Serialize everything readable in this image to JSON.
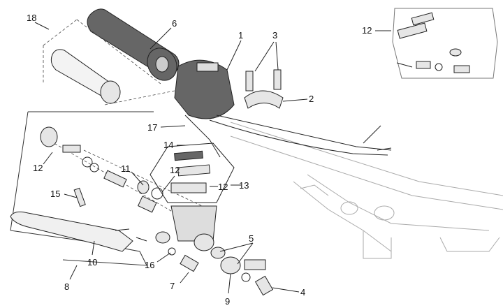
{
  "diagram": {
    "callouts": {
      "c18": "18",
      "c6": "6",
      "c1": "1",
      "c3": "3",
      "c12_inset": "12",
      "c2": "2",
      "c17": "17",
      "c14": "14",
      "c12_left": "12",
      "c11": "11",
      "c12_mid": "12",
      "c12_res": "12",
      "c13": "13",
      "c15": "15",
      "c10": "10",
      "c8": "8",
      "c16": "16",
      "c7": "7",
      "c9": "9",
      "c5": "5",
      "c4": "4"
    },
    "colors": {
      "line": "#222222",
      "frame": "#aaaaaa",
      "grip": "#666666"
    }
  }
}
